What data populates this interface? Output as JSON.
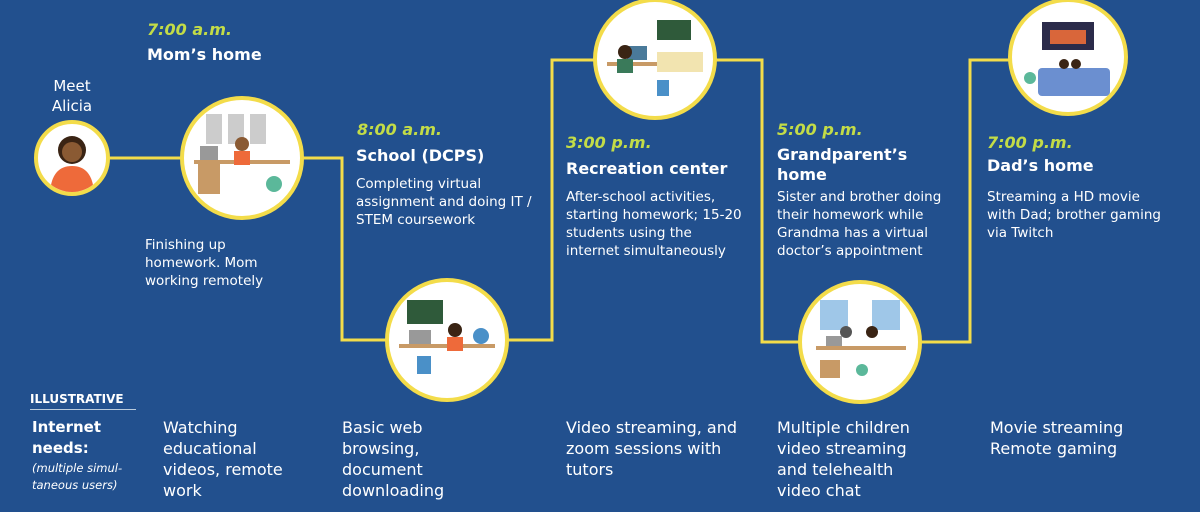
{
  "intro": "Meet Alicia",
  "stops": [
    {
      "time": "7:00 a.m.",
      "place": "Mom’s home",
      "desc": "Finishing up homework. Mom working remotely",
      "need": "Watching educational videos, remote work"
    },
    {
      "time": "8:00 a.m.",
      "place": "School (DCPS)",
      "desc": "Completing virtual assignment and doing IT / STEM coursework",
      "need": "Basic web browsing, document downloading"
    },
    {
      "time": "3:00 p.m.",
      "place": "Recreation center",
      "desc": "After-school activities, starting homework; 15-20 students using the internet simultaneously",
      "need": "Video streaming, and zoom sessions with tutors"
    },
    {
      "time": "5:00 p.m.",
      "place": "Grandparent’s home",
      "desc": "Sister and brother doing their homework while Grandma has a virtual doctor’s appointment",
      "need": "Multiple children video streaming and telehealth video chat"
    },
    {
      "time": "7:00 p.m.",
      "place": "Dad’s home",
      "desc": "Streaming a HD movie with Dad; brother gaming via Twitch",
      "need": "Movie streaming Remote gaming"
    }
  ],
  "legend": {
    "tag": "ILLUSTRATIVE",
    "title": "Internet needs:",
    "note": "(multiple simul-taneous users)"
  },
  "colors": {
    "background": "#22508e",
    "line": "#f3dc4a",
    "time": "#c3dc47"
  }
}
